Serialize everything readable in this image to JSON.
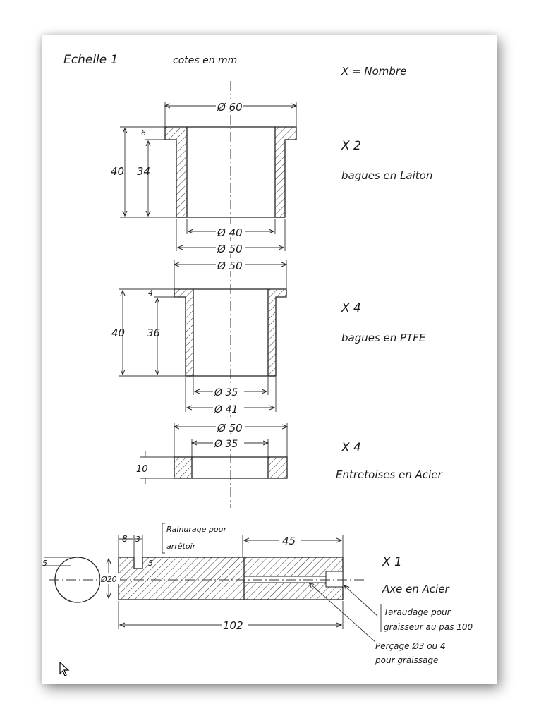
{
  "header": {
    "scale": "Echelle 1",
    "units": "cotes en mm",
    "legend": "X = Nombre"
  },
  "parts": [
    {
      "qty": "X 2",
      "desc": "bagues en Laiton",
      "dims": {
        "od_flange": "Ø 60",
        "height": "40",
        "inner_height": "34",
        "flange": "6",
        "bore": "Ø 40",
        "od_body": "Ø 50"
      }
    },
    {
      "qty": "X 4",
      "desc": "bagues en PTFE",
      "dims": {
        "od_flange": "Ø 50",
        "height": "40",
        "inner_height": "36",
        "flange": "4",
        "bore": "Ø 35",
        "od_body": "Ø 41"
      }
    },
    {
      "qty": "X 4",
      "desc": "Entretoises en Acier",
      "dims": {
        "od": "Ø 50",
        "bore": "Ø 35",
        "thickness": "10"
      }
    },
    {
      "qty": "X 1",
      "desc": "Axe en Acier",
      "dims": {
        "groove_offset": "8",
        "groove_width": "3",
        "groove_depth": "5",
        "flat": "5",
        "diameter": "Ø20",
        "bore_length": "45",
        "length": "102"
      },
      "notes": {
        "groove": [
          "Rainurage pour",
          "arrêtoir"
        ],
        "tap": [
          "Taraudage pour",
          "graisseur au pas 100"
        ],
        "drill": [
          "Perçage Ø3 ou 4",
          "pour graissage"
        ]
      }
    }
  ]
}
